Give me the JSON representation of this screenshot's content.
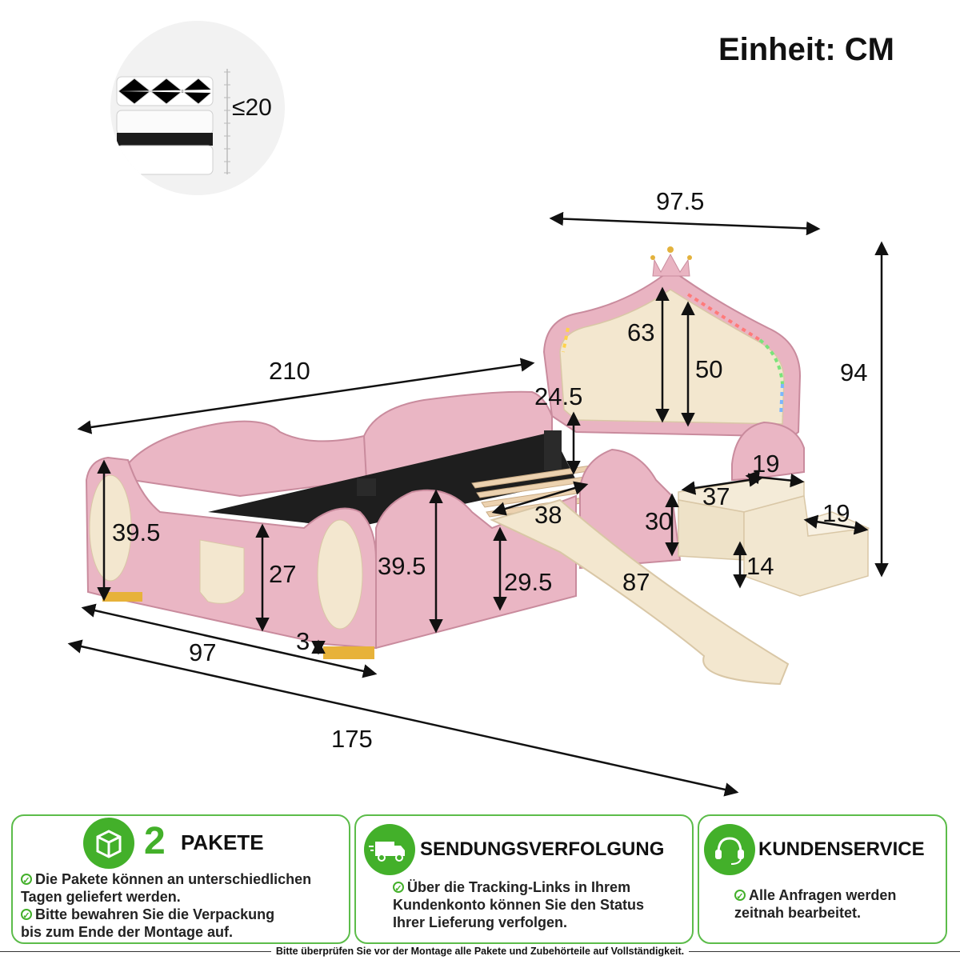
{
  "unit_label": "Einheit: CM",
  "mattress": {
    "max_height": "≤20"
  },
  "dimensions": {
    "headboard_width": "97.5",
    "total_length": "210",
    "headboard_height": "63",
    "headboard_inner_height": "50",
    "total_height": "94",
    "headboard_gap": "24.5",
    "side_height": "39.5",
    "rail_height": "27",
    "front_height": "39.5",
    "slide_base_height": "29.5",
    "slide_width": "38",
    "slide_length": "87",
    "step_top_depth": "19",
    "step_top_width": "37",
    "step_upper_height": "30",
    "step_lower_depth": "19",
    "step_lower_height": "14",
    "foot_height": "3",
    "bed_width": "97",
    "total_width": "175"
  },
  "cards": [
    {
      "number": "2",
      "title": "PAKETE",
      "icon": "package-icon",
      "lines": [
        "Die Pakete können an unterschiedlichen Tagen geliefert werden.",
        "Bitte bewahren Sie die Verpackung bis zum Ende der Montage auf."
      ]
    },
    {
      "title": "SENDUNGSVERFOLGUNG",
      "icon": "truck-icon",
      "lines": [
        "Über die Tracking-Links in Ihrem Kundenkonto können Sie den Status Ihrer Lieferung verfolgen."
      ]
    },
    {
      "title": "KUNDENSERVICE",
      "icon": "headset-icon",
      "lines": [
        "Alle Anfragen werden zeitnah bearbeitet."
      ]
    }
  ],
  "footer": "Bitte überprüfen Sie vor der Montage alle Pakete und Zubehörteile auf Vollständigkeit.",
  "colors": {
    "accent_green": "#43b02a",
    "bed_pink": "#eab6c4",
    "cream": "#f3e7cf"
  }
}
